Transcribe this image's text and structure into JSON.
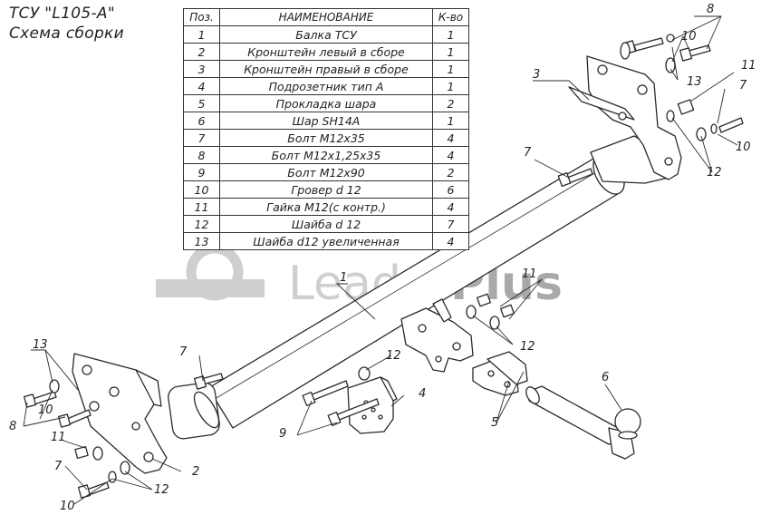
{
  "title": {
    "line1": "ТСУ \"L105-A\"",
    "line2": "Схема сборки"
  },
  "table": {
    "headers": [
      "Поз.",
      "НАИМЕНОВАНИЕ",
      "К-во"
    ],
    "rows": [
      [
        "1",
        "Балка ТСУ",
        "1"
      ],
      [
        "2",
        "Кронштейн левый в сборе",
        "1"
      ],
      [
        "3",
        "Кронштейн правый в сборе",
        "1"
      ],
      [
        "4",
        "Подрозетник тип А",
        "1"
      ],
      [
        "5",
        "Прокладка шара",
        "2"
      ],
      [
        "6",
        "Шар SH14A",
        "1"
      ],
      [
        "7",
        "Болт М12х35",
        "4"
      ],
      [
        "8",
        "Болт М12х1,25х35",
        "4"
      ],
      [
        "9",
        "Болт М12х90",
        "2"
      ],
      [
        "10",
        "Гровер d 12",
        "6"
      ],
      [
        "11",
        "Гайка М12(с контр.)",
        "4"
      ],
      [
        "12",
        "Шайба d 12",
        "7"
      ],
      [
        "13",
        "Шайба d12 увеличенная",
        "4"
      ]
    ]
  },
  "watermark": {
    "word1": "Leader",
    "word2": "Plus"
  },
  "callouts": {
    "c1": "1",
    "c2": "2",
    "c3": "3",
    "c4": "4",
    "c5": "5",
    "c6": "6",
    "c7a": "7",
    "c7b": "7",
    "c7c": "7",
    "c7d": "7",
    "c8a": "8",
    "c8b": "8",
    "c9": "9",
    "c10a": "10",
    "c10b": "10",
    "c10c": "10",
    "c10d": "10",
    "c11a": "11",
    "c11b": "11",
    "c11c": "11",
    "c12a": "12",
    "c12b": "12",
    "c12c": "12",
    "c12d": "12",
    "c13a": "13",
    "c13b": "13"
  },
  "colors": {
    "line": "#2a2a2a",
    "watermark": "#c8c8c8",
    "watermark_dark": "#9a9a9a"
  }
}
